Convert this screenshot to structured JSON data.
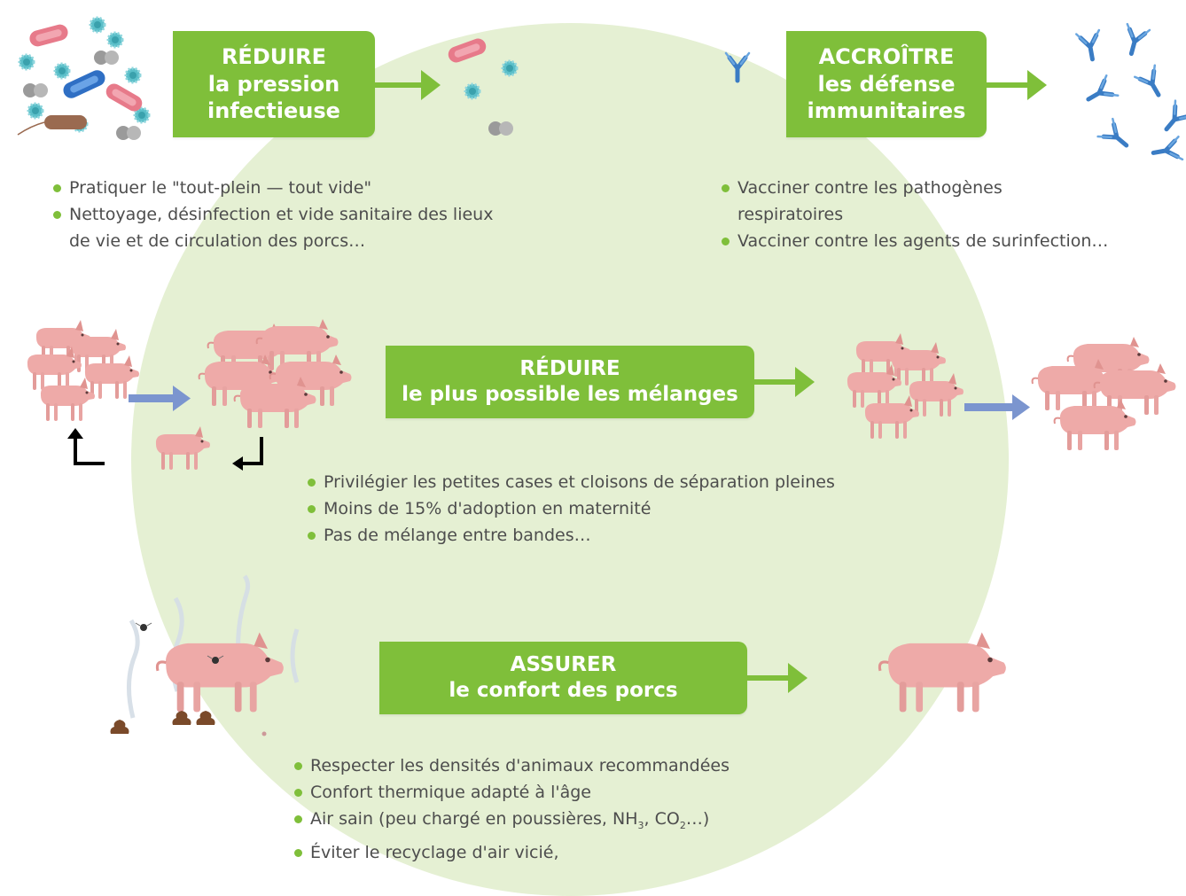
{
  "boxes": {
    "reduce_infection": {
      "line1": "RÉDUIRE",
      "line2": "la pression",
      "line3": "infectieuse"
    },
    "increase_immunity": {
      "line1": "ACCROÎTRE",
      "line2": "les défense",
      "line3": "immunitaires"
    },
    "reduce_mixing": {
      "line1": "RÉDUIRE",
      "line2": "le plus possible les mélanges"
    },
    "ensure_comfort": {
      "line1": "ASSURER",
      "line2": "le confort des porcs"
    }
  },
  "lists": {
    "infection": [
      "Pratiquer le \"tout-plein — tout vide\"",
      "Nettoyage, désinfection et vide sanitaire des lieux de vie et de circulation des porcs…"
    ],
    "immunity": [
      "Vacciner contre les pathogènes respiratoires",
      "Vacciner contre les agents de surinfection…"
    ],
    "mixing": [
      "Privilégier les petites cases et cloisons de séparation pleines",
      "Moins de 15% d'adoption en maternité",
      "Pas de mélange entre bandes…"
    ],
    "comfort": {
      "item1": "Respecter les densités d'animaux recommandées",
      "item2": "Confort thermique adapté à l'âge",
      "item3_prefix": "Air sain (peu chargé en poussières, NH",
      "item3_sub1": "3",
      "item3_mid": ", CO",
      "item3_sub2": "2",
      "item3_suffix": "…)",
      "item4": "Éviter le recyclage d'air vicié,"
    }
  },
  "colors": {
    "accent_green": "#7fbf3a",
    "circle_fill": "#e5f0d3",
    "pig_pink": "#eeaaa8",
    "arrow_blue": "#7b95cf",
    "antibody_blue": "#3a7cc4"
  }
}
